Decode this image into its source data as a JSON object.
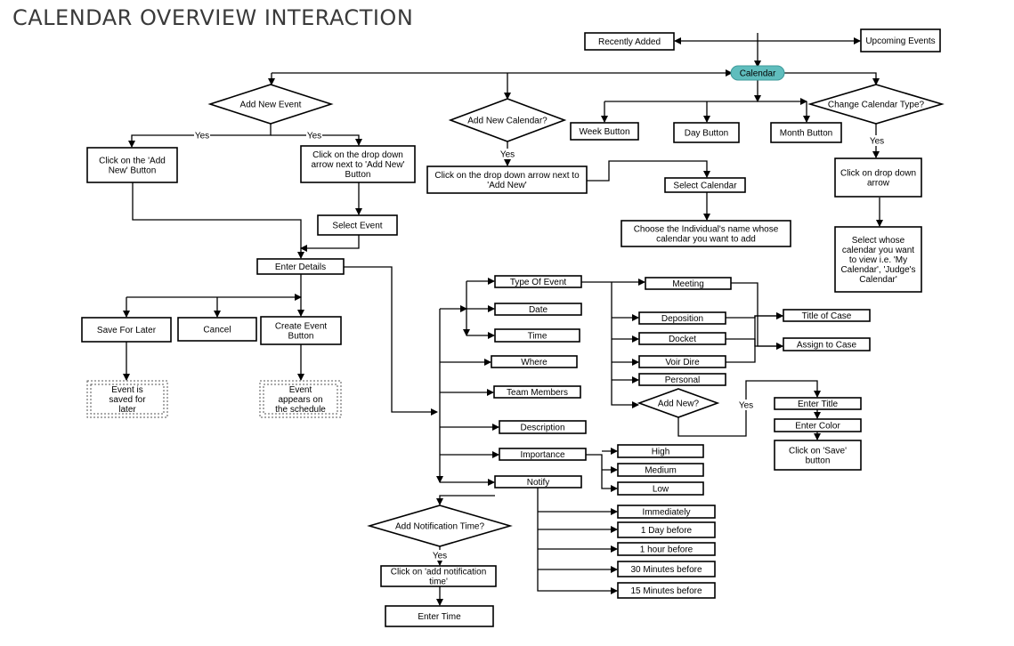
{
  "title": "CALENDAR OVERVIEW INTERACTION",
  "nodes": {
    "recently_added": "Recently Added",
    "upcoming_events": "Upcoming Events",
    "calendar": "Calendar",
    "add_new_event": "Add  New Event",
    "add_new_calendar": "Add  New Calendar?",
    "week_button": "Week  Button",
    "day_button": "Day Button",
    "month_button": "Month Button",
    "change_calendar_type": "Change Calendar Type?",
    "click_add_new_button": [
      "Click on the 'Add",
      "New' Button"
    ],
    "click_drop_down_add_new_button": [
      "Click on the drop down",
      "arrow next to 'Add New'",
      "Button"
    ],
    "click_drop_down_add_new": [
      "Click on the drop down arrow next to",
      "'Add New'"
    ],
    "select_calendar": "Select Calendar",
    "choose_individual": [
      "Choose the Individual's name whose",
      "calendar you want to add"
    ],
    "click_drop_down_arrow": [
      "Click on drop down",
      "arrow"
    ],
    "select_whose_calendar": [
      "Select whose",
      "calendar you want",
      "to view i.e. 'My",
      "Calendar', 'Judge's",
      "Calendar'"
    ],
    "select_event": "Select Event",
    "enter_details": "Enter Details",
    "save_for_later": "Save For Later",
    "cancel": "Cancel",
    "create_event_button": [
      "Create Event",
      "Button"
    ],
    "event_saved": [
      "Event is",
      "saved for",
      "later"
    ],
    "event_appears": [
      "Event",
      "appears on",
      "the schedule"
    ],
    "type_of_event": "Type Of Event",
    "date": "Date",
    "time": "Time",
    "where": "Where",
    "team_members": "Team Members",
    "description": "Description",
    "importance": "Importance",
    "notify": "Notify",
    "meeting": "Meeting",
    "deposition": "Deposition",
    "docket": "Docket",
    "voir_dire": "Voir Dire",
    "personal": "Personal",
    "add_new": "Add New?",
    "title_of_case": "Title of Case",
    "assign_to_case": "Assign to Case",
    "enter_title": "Enter Title",
    "enter_color": "Enter Color",
    "click_save": [
      "Click on 'Save'",
      "button"
    ],
    "high": "High",
    "medium": "Medium",
    "low": "Low",
    "immediately": "Immediately",
    "one_day_before": "1 Day before",
    "one_hour_before": "1 hour before",
    "thirty_min_before": "30 Minutes before",
    "fifteen_min_before": "15 Minutes before",
    "add_notification_time": "Add Notification Time?",
    "click_add_notification_time": [
      "Click on 'add notification",
      "time'"
    ],
    "enter_time": "Enter Time"
  },
  "edge_labels": {
    "yes": "Yes"
  }
}
